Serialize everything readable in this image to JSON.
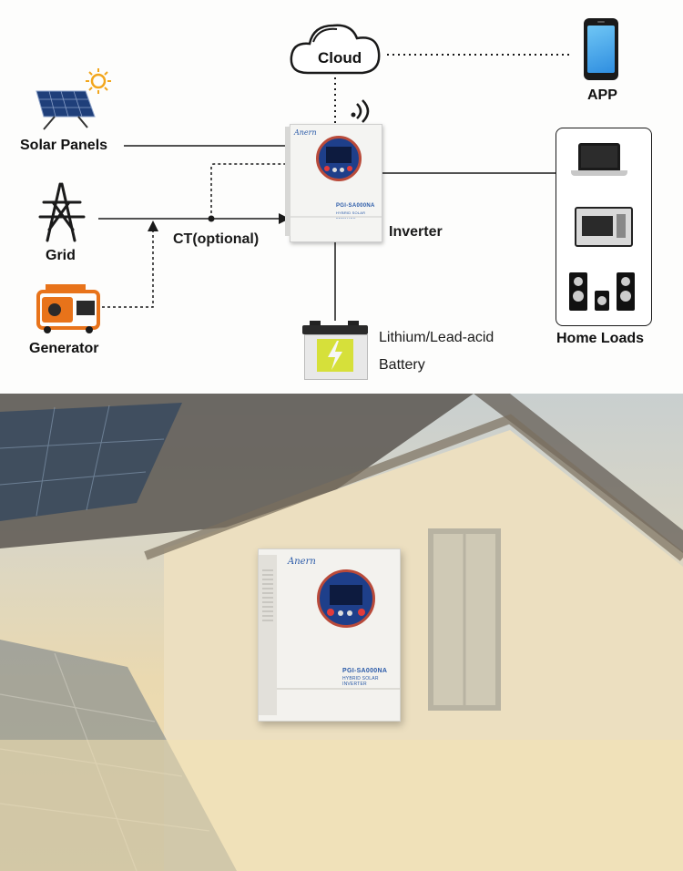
{
  "diagram": {
    "nodes": {
      "cloud": "Cloud",
      "app": "APP",
      "solar_panels": "Solar Panels",
      "grid": "Grid",
      "generator": "Generator",
      "ct": "CT(optional)",
      "inverter": "Inverter",
      "home_loads": "Home Loads",
      "battery_line1": "Lithium/Lead-acid",
      "battery_line2": "Battery"
    },
    "inverter_device": {
      "brand": "Anern",
      "model": "PGI-SA000NA",
      "subtitle": "HYBRID SOLAR INVERTER"
    }
  },
  "photo": {
    "inverter_device": {
      "brand": "Anern",
      "model": "PGI-SA000NA",
      "subtitle": "HYBRID SOLAR INVERTER"
    }
  },
  "colors": {
    "line": "#1a1a1a",
    "inverter_body": "#f4f4f2",
    "display_blue": "#1e3f8a",
    "battery_yellow": "#d6e03a",
    "generator_orange": "#e8731a",
    "sun": "#f2a61c"
  }
}
